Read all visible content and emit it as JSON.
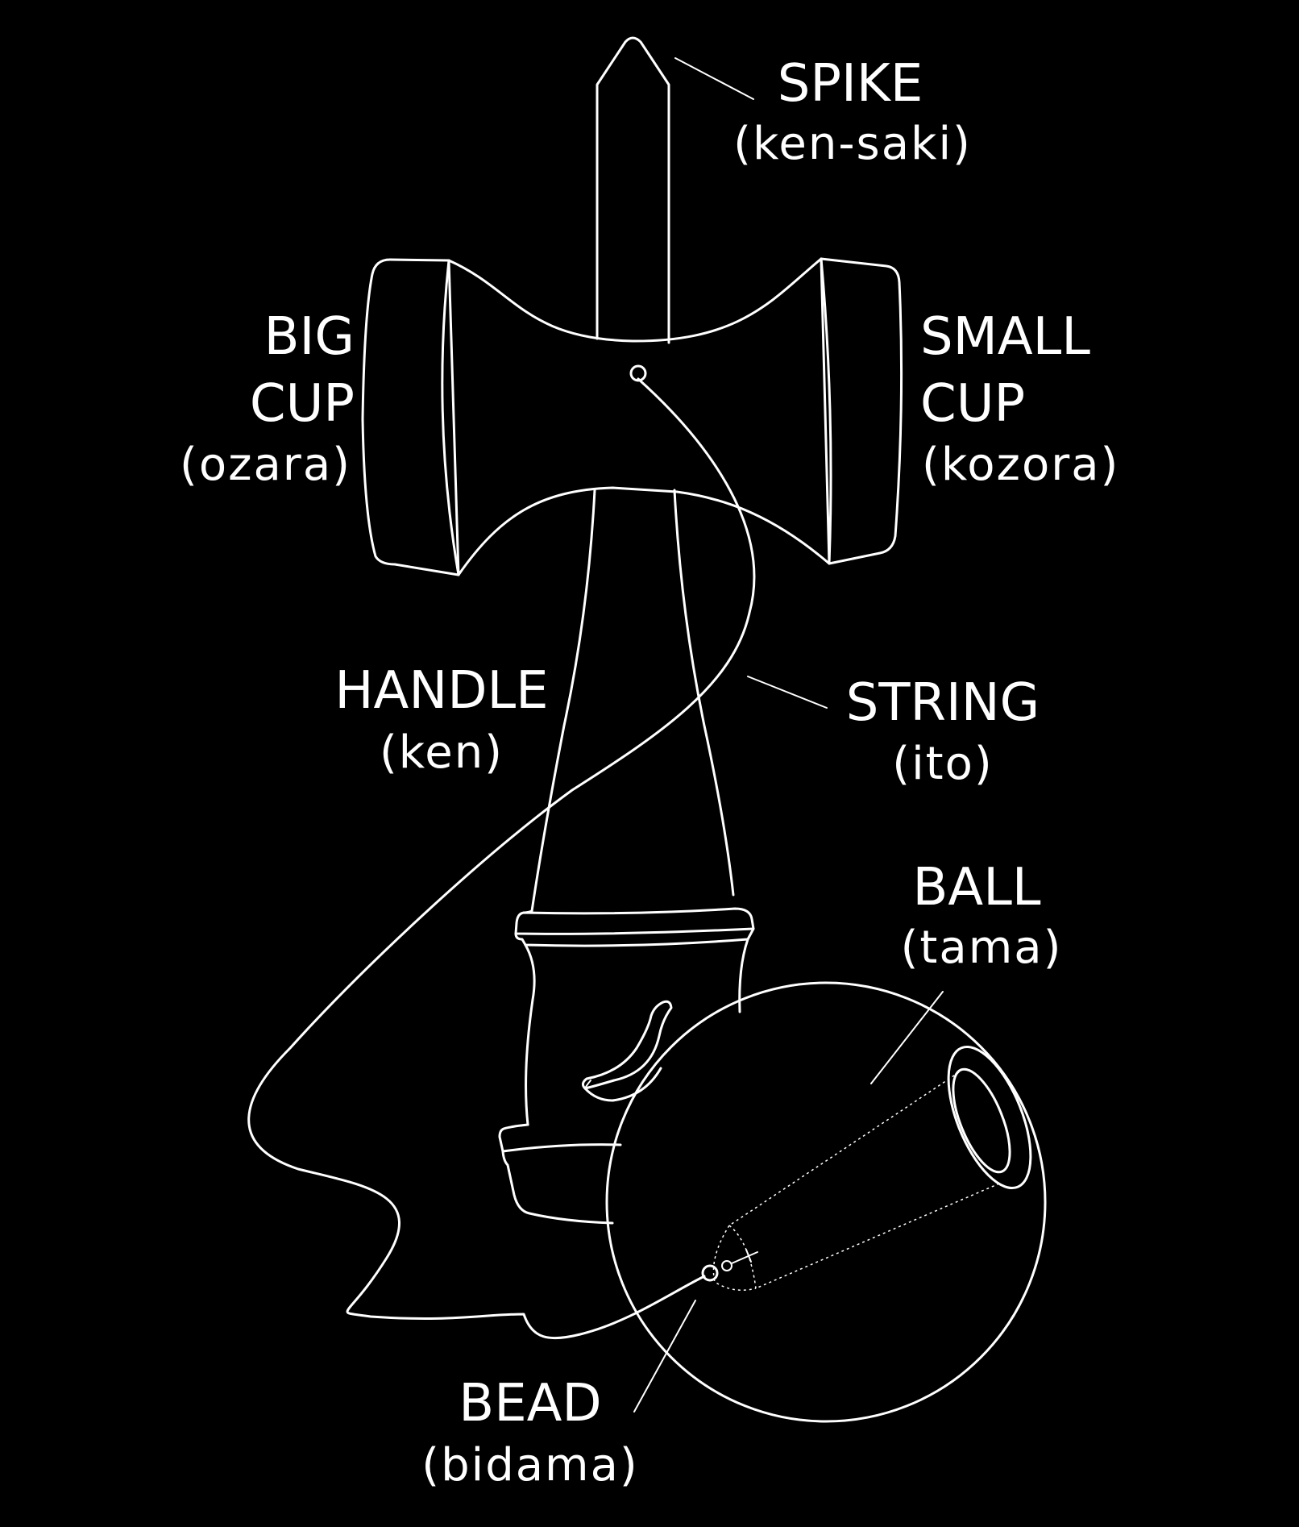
{
  "colors": {
    "background": "#000000",
    "line": "#ffffff",
    "text": "#ffffff"
  },
  "labels": {
    "spike": {
      "title": "SPIKE",
      "subtitle": "(ken-saki)"
    },
    "big_cup": {
      "title_line1": "BIG",
      "title_line2": "CUP",
      "subtitle": "(ozara)"
    },
    "small_cup": {
      "title_line1": "SMALL",
      "title_line2": "CUP",
      "subtitle": "(kozora)"
    },
    "handle": {
      "title": "HANDLE",
      "subtitle": "(ken)"
    },
    "string": {
      "title": "STRING",
      "subtitle": "(ito)"
    },
    "ball": {
      "title": "BALL",
      "subtitle": "(tama)"
    },
    "bead": {
      "title": "BEAD",
      "subtitle": "(bidama)"
    }
  },
  "icons": {
    "handle_logo": "banana-icon"
  }
}
